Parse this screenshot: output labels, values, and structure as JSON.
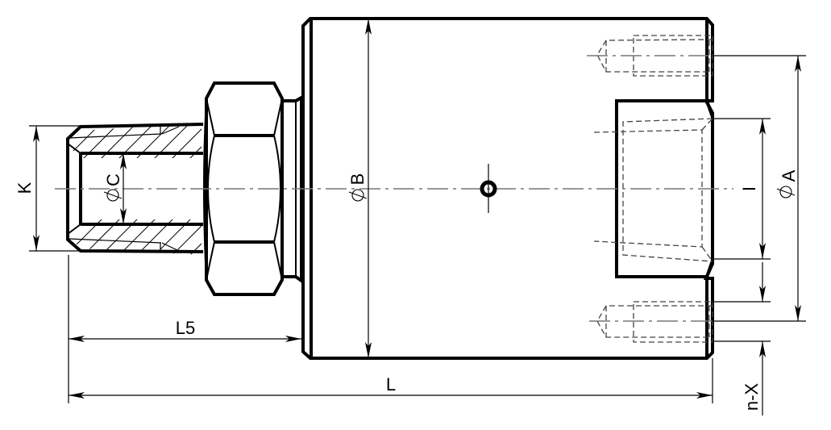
{
  "drawing": {
    "type": "engineering technical drawing - threaded adapter / coupling side view",
    "colors": {
      "line": "#000000",
      "centerline": "#777777",
      "background": "#ffffff"
    },
    "dimensions": {
      "K": "K",
      "C": "C",
      "B": "B",
      "A": "A",
      "I": "I",
      "L5": "L5",
      "L": "L",
      "nX": "n-X"
    },
    "symbols": {
      "diameter_prefix": "⌀"
    }
  }
}
